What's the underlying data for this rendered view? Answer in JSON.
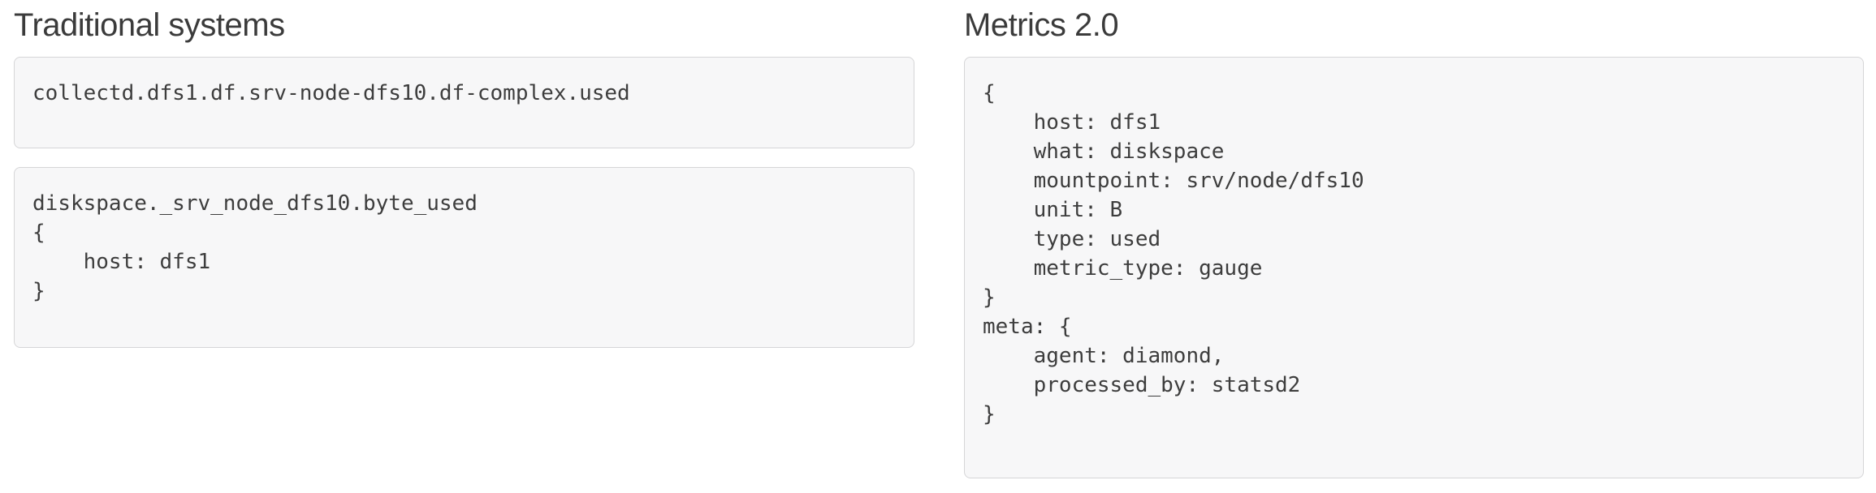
{
  "columns": [
    {
      "title": "Traditional systems",
      "boxes": [
        {
          "code": "collectd.dfs1.df.srv-node-dfs10.df-complex.used"
        },
        {
          "code": "diskspace._srv_node_dfs10.byte_used\n{\n    host: dfs1\n}"
        }
      ]
    },
    {
      "title": "Metrics 2.0",
      "boxes": [
        {
          "code": "{\n    host: dfs1\n    what: diskspace\n    mountpoint: srv/node/dfs10\n    unit: B\n    type: used\n    metric_type: gauge\n}\nmeta: {\n    agent: diamond,\n    processed_by: statsd2\n}"
        }
      ]
    }
  ],
  "colors": {
    "page_background": "#ffffff",
    "box_background": "#f7f7f8",
    "box_border": "#d5d5d7",
    "title_text": "#3b3b3b",
    "code_text": "#3d3d3d"
  }
}
